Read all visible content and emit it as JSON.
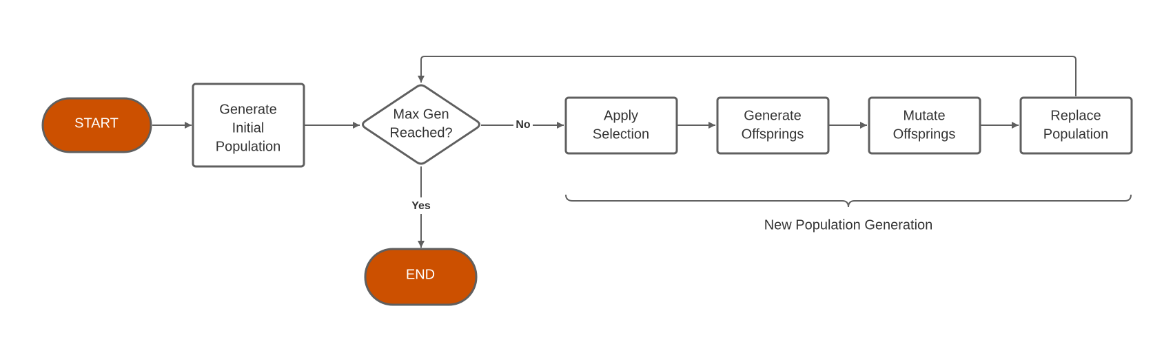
{
  "colors": {
    "terminal_fill": "#cc5000",
    "stroke": "#5f5f5f",
    "text": "#333333"
  },
  "nodes": {
    "start": "START",
    "generate_initial_population": [
      "Generate",
      "Initial",
      "Population"
    ],
    "max_gen_reached": [
      "Max Gen",
      "Reached?"
    ],
    "apply_selection": [
      "Apply",
      "Selection"
    ],
    "generate_offsprings": [
      "Generate",
      "Offsprings"
    ],
    "mutate_offsprings": [
      "Mutate",
      "Offsprings"
    ],
    "replace_population": [
      "Replace",
      "Population"
    ],
    "end": "END"
  },
  "edges": {
    "no_label": "No",
    "yes_label": "Yes"
  },
  "group": {
    "label": "New Population Generation"
  }
}
